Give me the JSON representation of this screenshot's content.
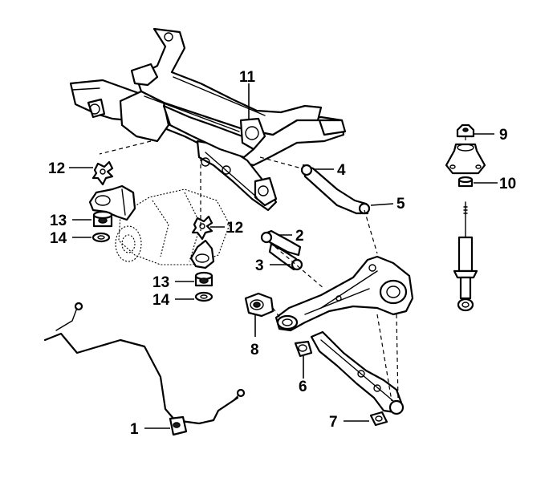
{
  "callouts": [
    {
      "id": "1",
      "text": "1"
    },
    {
      "id": "2",
      "text": "2"
    },
    {
      "id": "3",
      "text": "3"
    },
    {
      "id": "4",
      "text": "4"
    },
    {
      "id": "5",
      "text": "5"
    },
    {
      "id": "6",
      "text": "6"
    },
    {
      "id": "7",
      "text": "7"
    },
    {
      "id": "8",
      "text": "8"
    },
    {
      "id": "9",
      "text": "9"
    },
    {
      "id": "10",
      "text": "10"
    },
    {
      "id": "11",
      "text": "11"
    },
    {
      "id": "12a",
      "text": "12"
    },
    {
      "id": "12b",
      "text": "12"
    },
    {
      "id": "13a",
      "text": "13"
    },
    {
      "id": "13b",
      "text": "13"
    },
    {
      "id": "14a",
      "text": "14"
    },
    {
      "id": "14b",
      "text": "14"
    }
  ]
}
